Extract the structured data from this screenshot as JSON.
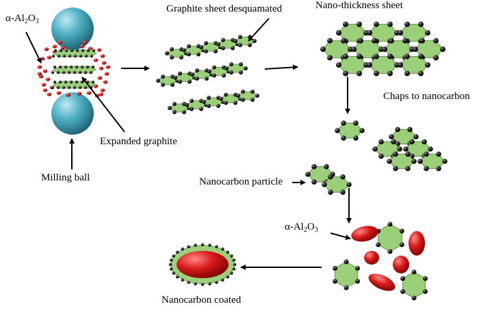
{
  "labels": {
    "alumina_left": {
      "prefix": "α-Al",
      "sub1": "2",
      "mid": "O",
      "sub2": "3"
    },
    "alumina_bottom": {
      "prefix": "α-Al",
      "sub1": "2",
      "mid": "O",
      "sub2": "3"
    },
    "graphite_desquamated": "Graphite sheet desquamated",
    "nano_thickness": "Nano-thickness sheet",
    "chaps": "Chaps to nanocarbon",
    "expanded_graphite": "Expanded graphite",
    "milling_ball": "Milling ball",
    "nanocarbon_particle": "Nanocarbon particle",
    "nanocarbon_coated": "Nanocarbon coated"
  },
  "colors": {
    "sheet_fill": "#9ccf7a",
    "sheet_edge": "#6f9f55",
    "atom": "#1c1c1c",
    "ball": "#3f9fb3",
    "alumina": "#d01818",
    "arrow": "#000000"
  }
}
